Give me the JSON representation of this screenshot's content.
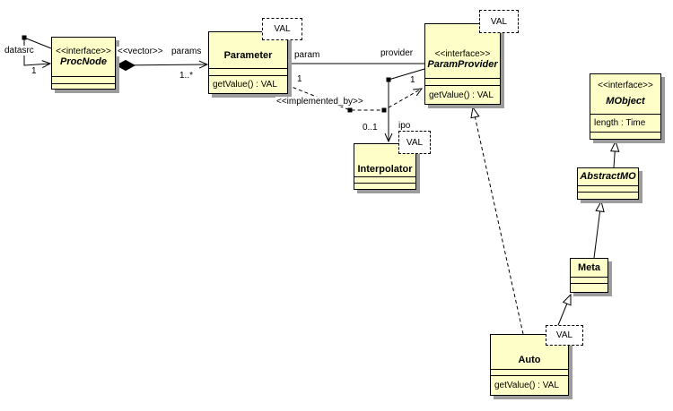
{
  "diagram": {
    "background_color": "#FFFFFF",
    "class_fill_color": "#FEFEC8",
    "shadow_color": "#9C9C9C",
    "line_color": "#000000",
    "template_param_text": "VAL"
  },
  "classes": {
    "procnode": {
      "stereotype": "<<interface>>",
      "name": "ProcNode",
      "attributes": [],
      "operations": []
    },
    "parameter": {
      "name": "Parameter",
      "template_param": "VAL",
      "attributes": [],
      "operations": [
        "getValue() : VAL"
      ]
    },
    "paramprovider": {
      "stereotype": "<<interface>>",
      "name": "ParamProvider",
      "template_param": "VAL",
      "attributes": [],
      "operations": [
        "getValue() : VAL"
      ]
    },
    "interpolator": {
      "name": "Interpolator",
      "template_param": "VAL",
      "attributes": [],
      "operations": []
    },
    "mobject": {
      "stereotype": "<<interface>>",
      "name": "MObject",
      "attributes": [
        "length : Time"
      ],
      "operations": []
    },
    "abstractmo": {
      "name": "AbstractMO",
      "attributes": [],
      "operations": []
    },
    "meta": {
      "name": "Meta",
      "attributes": [],
      "operations": []
    },
    "auto": {
      "name": "Auto",
      "template_param": "VAL",
      "attributes": [],
      "operations": [
        "getValue() : VAL"
      ]
    }
  },
  "edge_labels": {
    "datasrc_role": "datasrc",
    "datasrc_mult": "1",
    "vector_stereotype": "<<vector>>",
    "params_role": "params",
    "params_mult": "1..*",
    "param_role": "param",
    "provider_role": "provider",
    "implemented_by_stereotype": "<<implemented_by>>",
    "implemented_by_mult_parameter": "1",
    "implemented_by_mult_provider": "1",
    "ipo_mult": "0..1",
    "ipo_role": "ipo"
  }
}
